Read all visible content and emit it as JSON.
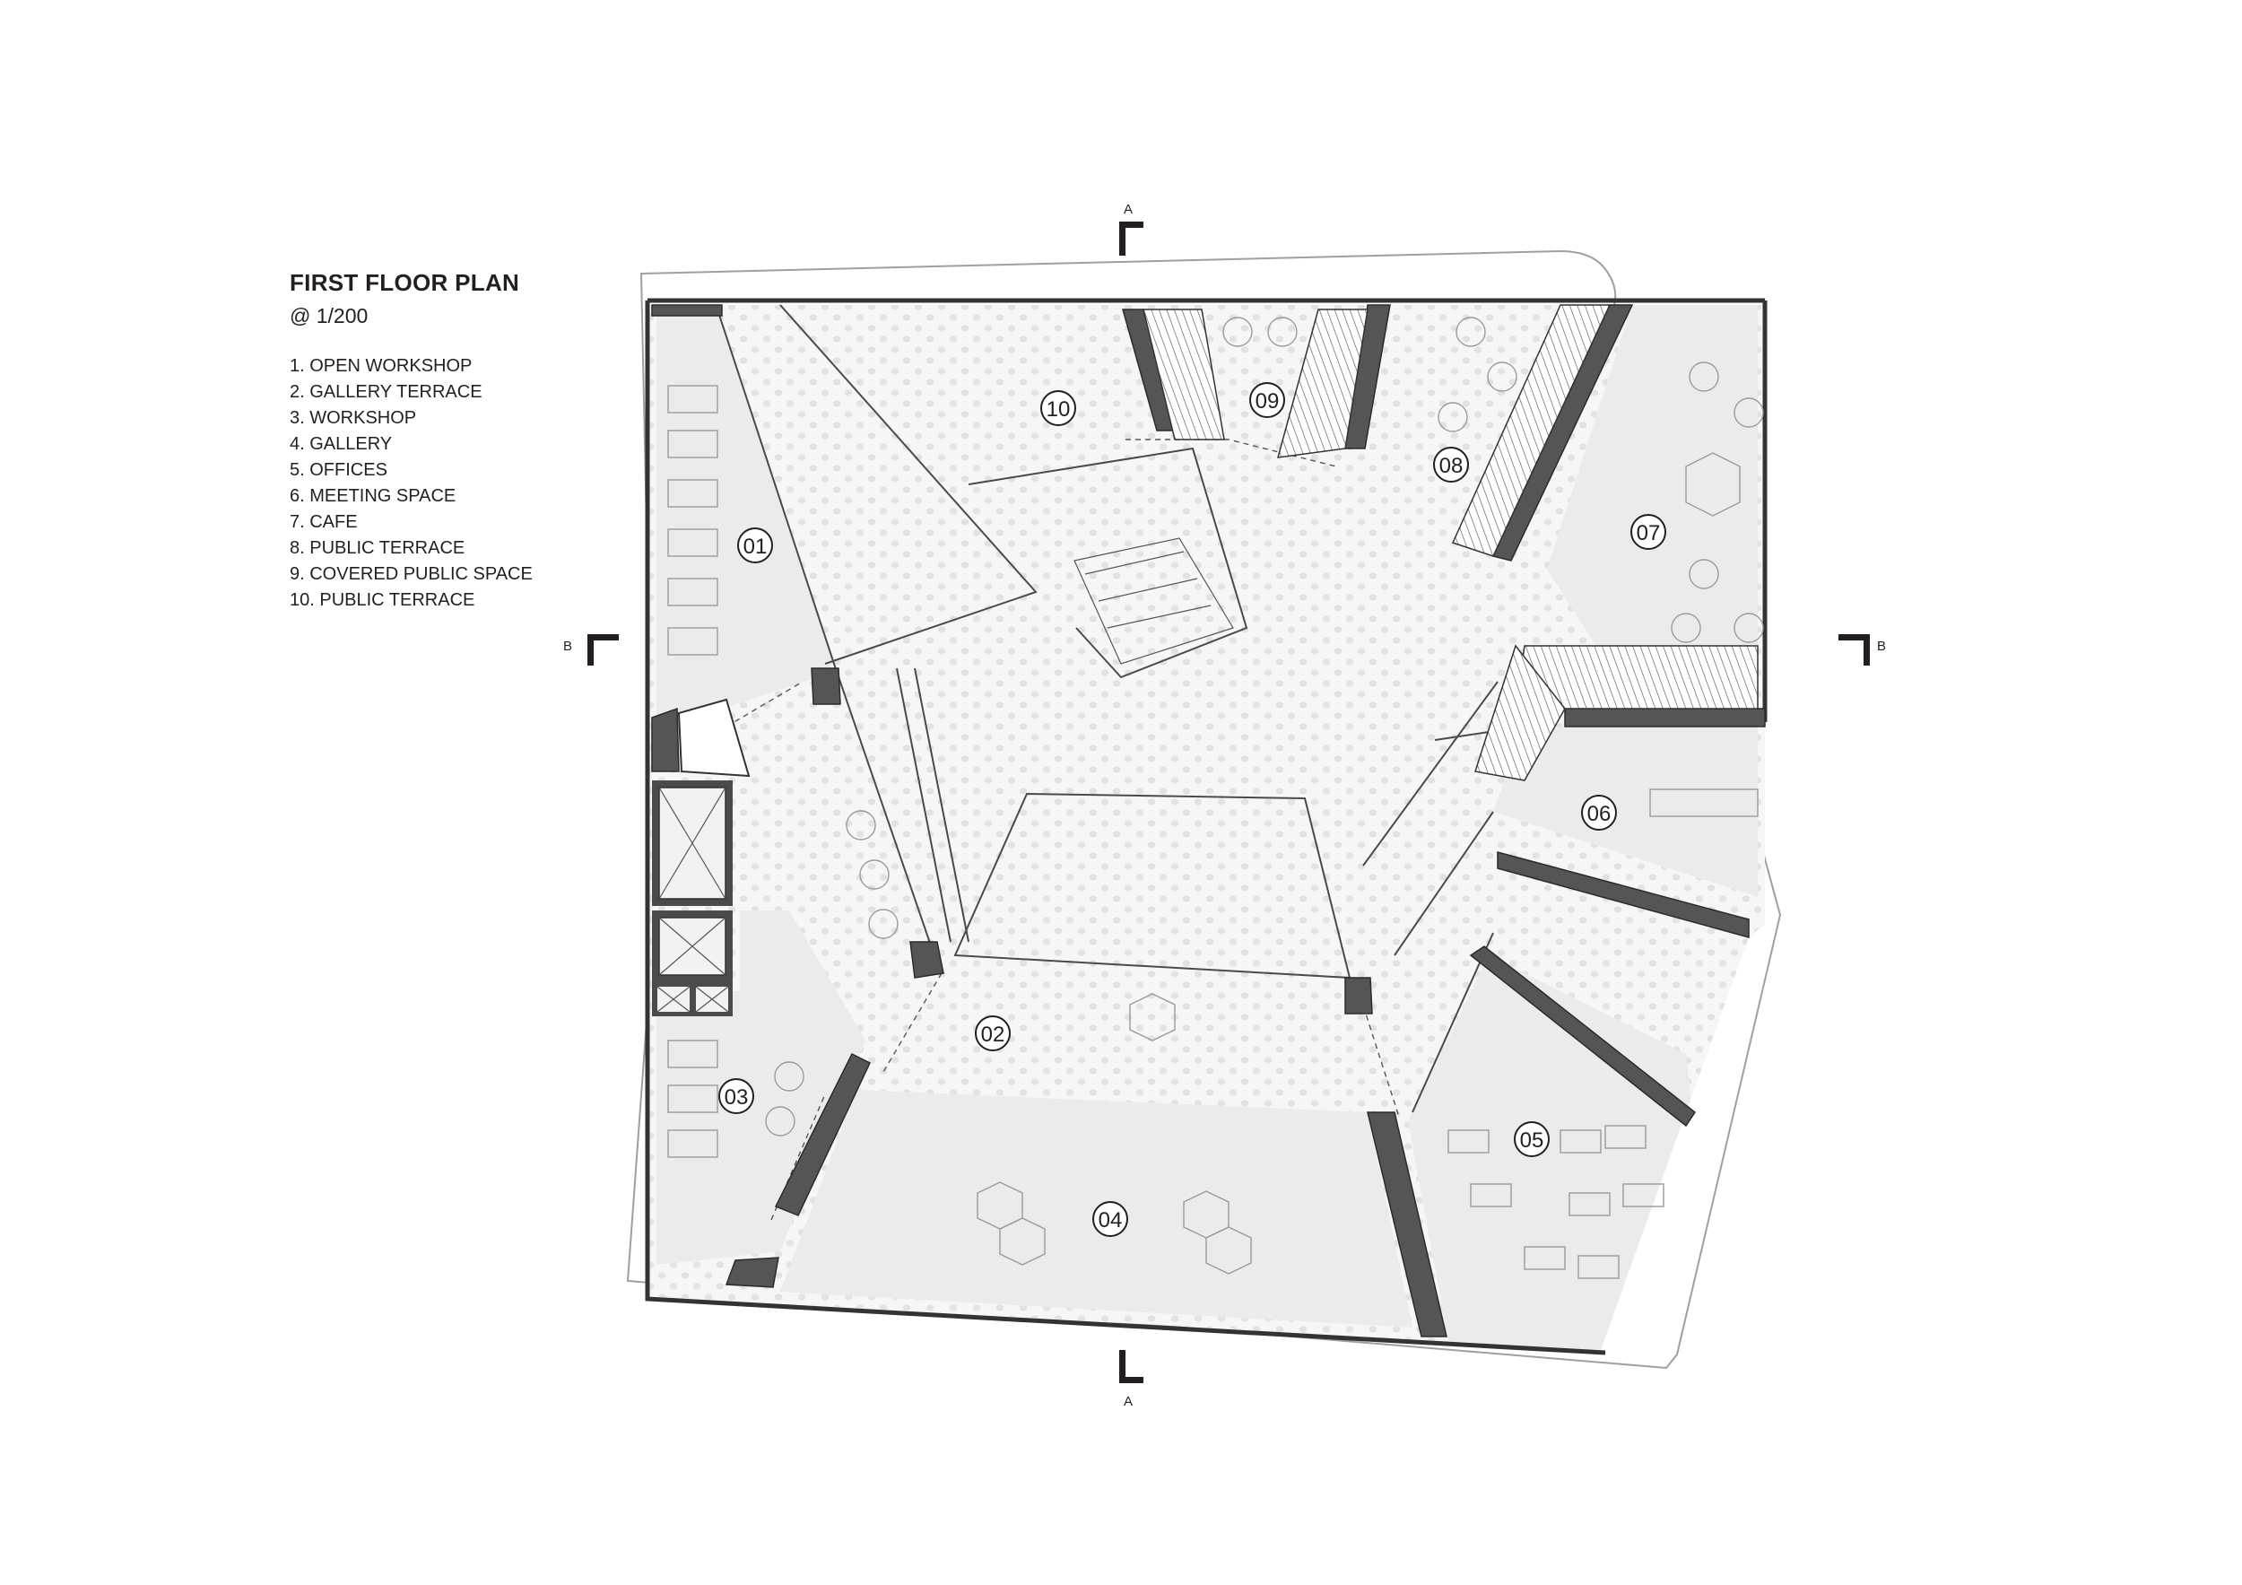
{
  "plan": {
    "title": "FIRST FLOOR PLAN",
    "scale": "@ 1/200",
    "legend": [
      "1. OPEN WORKSHOP",
      "2. GALLERY TERRACE",
      "3. WORKSHOP",
      "4. GALLERY",
      "5. OFFICES",
      "6. MEETING SPACE",
      "7. CAFE",
      "8. PUBLIC TERRACE",
      "9. COVERED PUBLIC SPACE",
      "10. PUBLIC TERRACE"
    ],
    "section_markers": {
      "a_top": "A",
      "a_bottom": "A",
      "b_left": "B",
      "b_right": "B"
    },
    "rooms": [
      "01",
      "02",
      "03",
      "04",
      "05",
      "06",
      "07",
      "08",
      "09",
      "10"
    ]
  },
  "colors": {
    "ink": "#231f20",
    "wall": "#555555",
    "hatch": "#ebebeb",
    "outline": "#a0a0a0"
  }
}
